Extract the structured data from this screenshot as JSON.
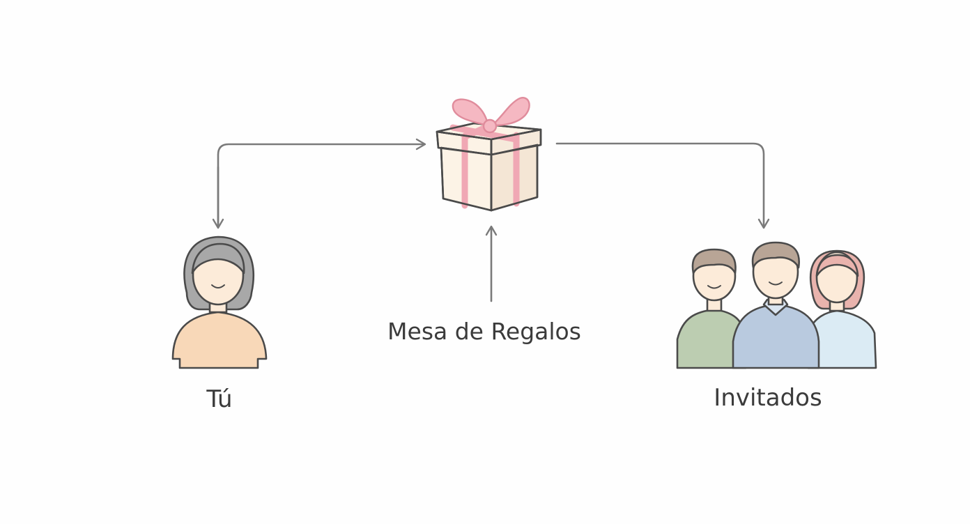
{
  "diagram": {
    "nodes": {
      "you": {
        "label": "Tú",
        "icon": "woman-icon"
      },
      "registry": {
        "label": "Mesa de Regalos",
        "icon": "gift-box-icon"
      },
      "guests": {
        "label": "Invitados",
        "icon": "group-of-people-icon"
      }
    },
    "edges": [
      {
        "from": "you",
        "to": "registry"
      },
      {
        "from": "registry",
        "to": "guests"
      },
      {
        "from": "registry",
        "to": "you"
      },
      {
        "from": "registry-label",
        "to": "registry"
      }
    ],
    "colors": {
      "line": "#7a7a7a",
      "outline": "#4a4a4a",
      "ribbon": "#f0a8b4",
      "box": "#fcf3e6",
      "you_shirt": "#f8d8b8",
      "you_hair": "#a8a8a8",
      "skin": "#fcebd9",
      "guest_green": "#bccdb1",
      "guest_blue": "#b9cadf",
      "guest_lightblue": "#dbebf4",
      "guest_pink_hair": "#e9b3ad",
      "guest_brown_hair": "#b8a596"
    }
  }
}
